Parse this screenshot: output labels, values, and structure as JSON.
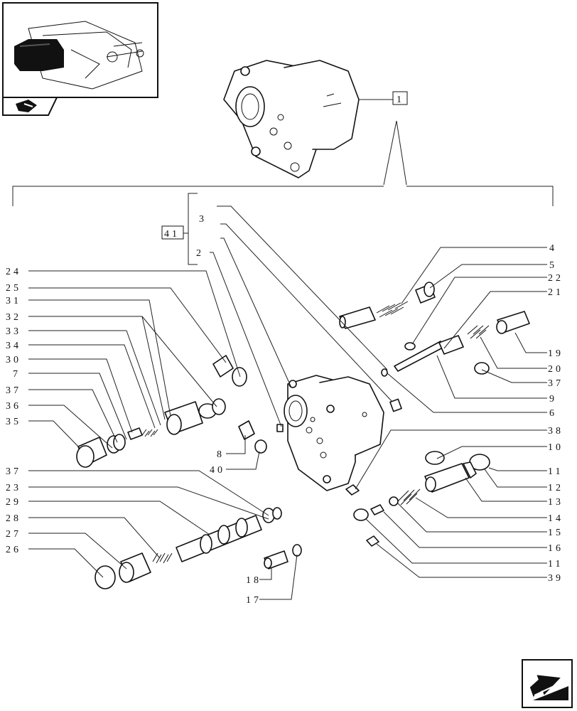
{
  "thumbnail": {
    "icon": "tractor-hitch-thumbnail"
  },
  "nav_back_icon": "back-arrow-icon",
  "nav_forward_icon": "next-page-arrow-icon",
  "boxed_refs": {
    "assembly": "1",
    "kit": "41"
  },
  "labels_left": [
    "24",
    "25",
    "31",
    "32",
    "33",
    "34",
    "30",
    "7",
    "37",
    "36",
    "35"
  ],
  "labels_left_lower": [
    "37",
    "23",
    "29",
    "28",
    "27",
    "26"
  ],
  "labels_right": [
    "4",
    "5",
    "22",
    "21",
    "19",
    "20",
    "37",
    "9",
    "6",
    "38",
    "10",
    "11",
    "12",
    "13",
    "14",
    "15",
    "16",
    "11",
    "39"
  ],
  "labels_center": [
    "3",
    "2",
    "8",
    "40",
    "18",
    "17"
  ]
}
